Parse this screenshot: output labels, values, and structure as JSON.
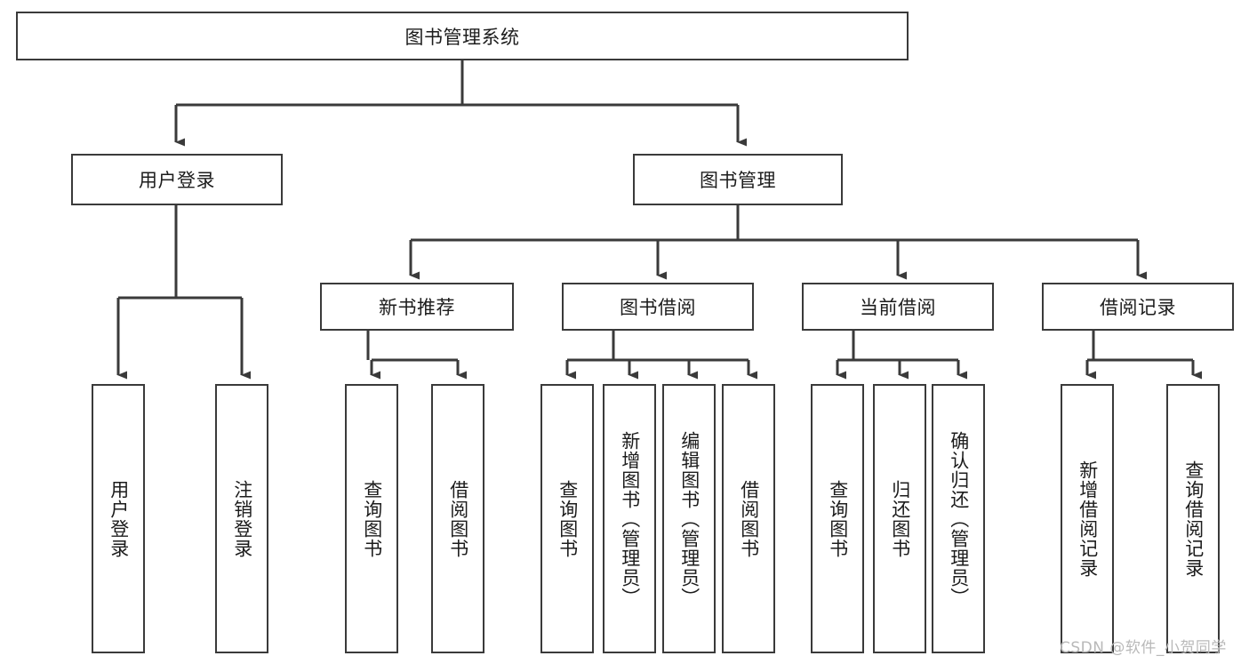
{
  "diagram": {
    "title": "图书管理系统",
    "type": "hierarchy-tree",
    "line_color": "#3a3a3a",
    "box_fill": "#ffffff",
    "text_color": "#1c1c1c",
    "root": {
      "label": "图书管理系统"
    },
    "level2": [
      {
        "label": "用户登录"
      },
      {
        "label": "图书管理"
      }
    ],
    "level3": [
      {
        "label": "新书推荐",
        "parent": "图书管理"
      },
      {
        "label": "图书借阅",
        "parent": "图书管理"
      },
      {
        "label": "当前借阅",
        "parent": "图书管理"
      },
      {
        "label": "借阅记录",
        "parent": "图书管理"
      }
    ],
    "leaves": [
      {
        "label": "用户登录",
        "parent": "用户登录"
      },
      {
        "label": "注销登录",
        "parent": "用户登录"
      },
      {
        "label": "查询图书",
        "parent": "新书推荐"
      },
      {
        "label": "借阅图书",
        "parent": "新书推荐"
      },
      {
        "label": "查询图书",
        "parent": "图书借阅"
      },
      {
        "label": "新增图书（管理员）",
        "parent": "图书借阅"
      },
      {
        "label": "编辑图书（管理员）",
        "parent": "图书借阅"
      },
      {
        "label": "借阅图书",
        "parent": "图书借阅"
      },
      {
        "label": "查询图书",
        "parent": "当前借阅"
      },
      {
        "label": "归还图书",
        "parent": "当前借阅"
      },
      {
        "label": "确认归还（管理员）",
        "parent": "当前借阅"
      },
      {
        "label": "新增借阅记录",
        "parent": "借阅记录"
      },
      {
        "label": "查询借阅记录",
        "parent": "借阅记录"
      }
    ]
  },
  "watermark": {
    "text": "CSDN @软件_小贺同学"
  }
}
